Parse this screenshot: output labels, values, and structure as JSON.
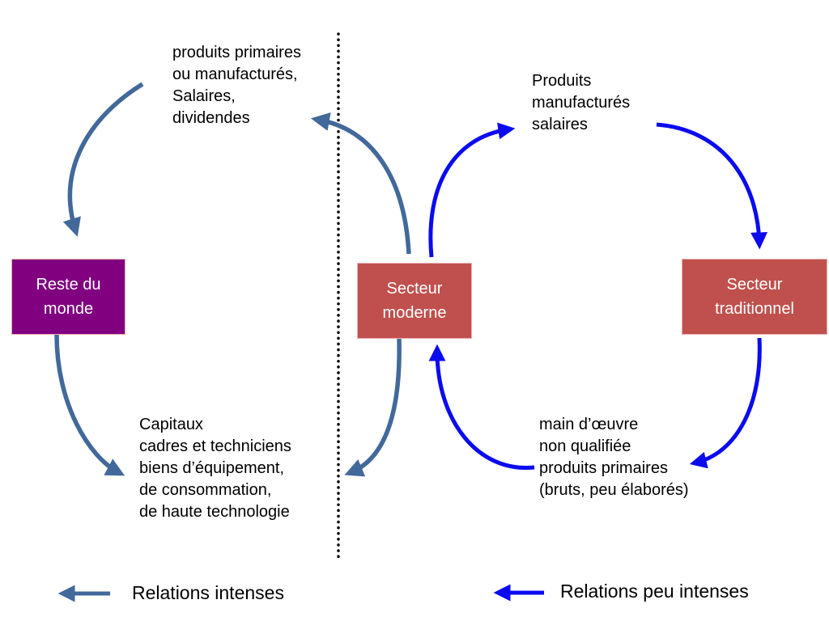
{
  "colors": {
    "intense": "#42699a",
    "weak": "#0b0bf0",
    "world_box": "#800080",
    "sector_box": "#c0504d",
    "divider": "#000000"
  },
  "boxes": {
    "rest_of_world": {
      "lines": [
        "Reste du",
        "monde"
      ]
    },
    "modern_sector": {
      "lines": [
        "Secteur",
        "moderne"
      ]
    },
    "traditional_sector": {
      "lines": [
        "Secteur",
        "traditionnel"
      ]
    }
  },
  "labels": {
    "top_left": [
      "produits primaires",
      "ou manufacturés,",
      "Salaires,",
      "dividendes"
    ],
    "bottom_left": [
      "Capitaux",
      "cadres et techniciens",
      "biens d’équipement,",
      "de consommation,",
      "de haute technologie"
    ],
    "top_right": [
      "Produits",
      "manufacturés",
      "salaires"
    ],
    "bottom_right": [
      "main d’œuvre",
      "non qualifiée",
      "produits primaires",
      "(bruts, peu élaborés)"
    ]
  },
  "legend": {
    "intense": "Relations intenses",
    "weak": "Relations peu intenses"
  }
}
